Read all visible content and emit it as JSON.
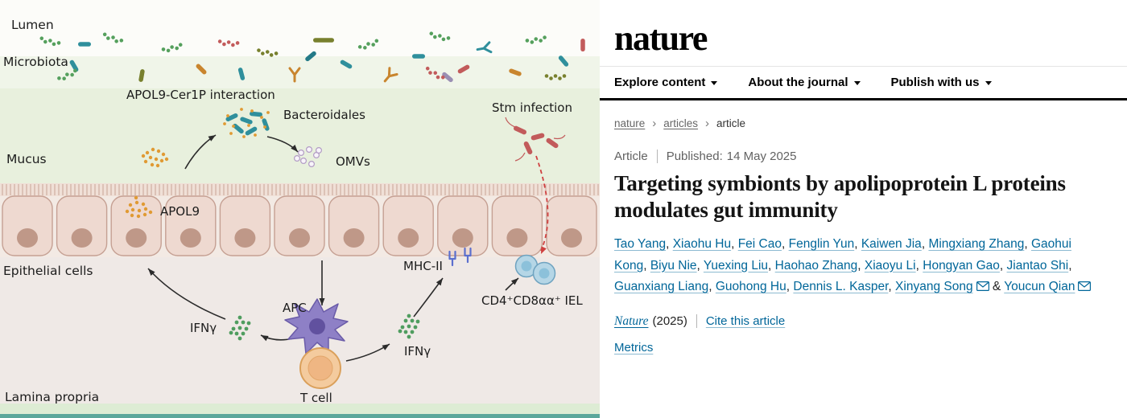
{
  "diagram": {
    "labels": {
      "lumen": "Lumen",
      "microbiota": "Microbiota",
      "mucus": "Mucus",
      "epithelial_cells": "Epithelial cells",
      "lamina_propria": "Lamina propria",
      "apol9_cer1p": "APOL9-Cer1P interaction",
      "bacteroidales": "Bacteroidales",
      "omvs": "OMVs",
      "apol9": "APOL9",
      "stm_infection": "Stm infection",
      "mhc_ii": "MHC-II",
      "iel": "CD4⁺CD8αα⁺ IEL",
      "ifng_left": "IFNγ",
      "ifng_right": "IFNγ",
      "apc": "APC",
      "t_cell": "T cell"
    },
    "colors": {
      "mucus_band": "#e8f0dd",
      "epithelial_fill": "#eed9d0",
      "infection_red": "#c25b5b",
      "apol9_orange": "#e09a33",
      "ifng_green": "#4f9d5f"
    }
  },
  "header": {
    "logo": "nature",
    "nav": [
      "Explore content",
      "About the journal",
      "Publish with us"
    ]
  },
  "breadcrumb": [
    "nature",
    "articles",
    "article"
  ],
  "icons": {
    "breadcrumb_separator": "›",
    "email": "✉",
    "chevron_down": "▾"
  },
  "article": {
    "type": "Article",
    "published_label": "Published:",
    "published_date": "14 May 2025",
    "title": "Targeting symbionts by apolipoprotein L proteins modulates gut immunity",
    "authors": [
      "Tao Yang",
      "Xiaohu Hu",
      "Fei Cao",
      "Fenglin Yun",
      "Kaiwen Jia",
      "Mingxiang Zhang",
      "Gaohui Kong",
      "Biyu Nie",
      "Yuexing Liu",
      "Haohao Zhang",
      "Xiaoyu Li",
      "Hongyan Gao",
      "Jiantao Shi",
      "Guanxiang Liang",
      "Guohong Hu",
      "Dennis L. Kasper",
      "Xinyang Song",
      "Youcun Qian"
    ],
    "corresponding": [
      "Xinyang Song",
      "Youcun Qian"
    ],
    "citation_journal": "Nature",
    "citation_year": "(2025)",
    "cite_link": "Cite this article",
    "metrics_link": "Metrics"
  },
  "link_color": "#006699"
}
